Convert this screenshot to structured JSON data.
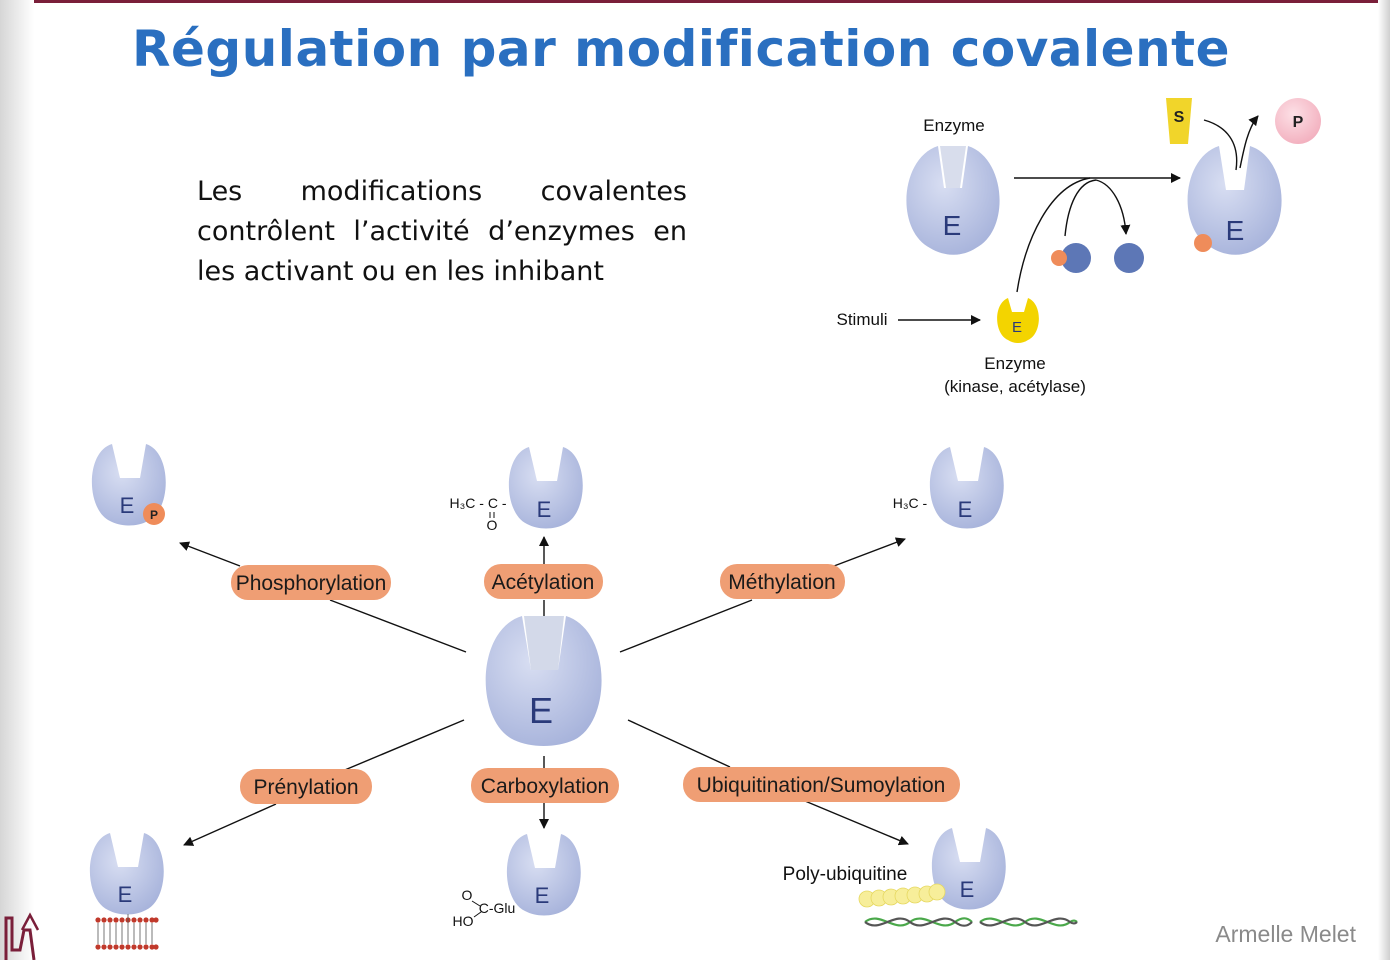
{
  "title": "Régulation par modification covalente",
  "intro_text": "Les modifications covalentes contrôlent l’activité d’enzymes en les activant ou en les inhibant",
  "author": "Armelle Melet",
  "schema": {
    "enzyme_label": "Enzyme",
    "enzyme_letter": "E",
    "substrate": "S",
    "product": "P",
    "stimuli": "Stimuli",
    "modifier_enzyme_label": "Enzyme",
    "modifier_enzyme_examples": "(kinase, acétylase)"
  },
  "modifications": [
    {
      "label": "Phosphorylation"
    },
    {
      "label": "Acétylation"
    },
    {
      "label": "Méthylation"
    },
    {
      "label": "Prénylation"
    },
    {
      "label": "Carboxylation"
    },
    {
      "label": "Ubiquitination/Sumoylation"
    }
  ],
  "groups": {
    "phospho": "P",
    "acetyl_left": "H₃C - C -",
    "acetyl_o": "O",
    "methyl": "H₃C -",
    "carboxyl_o": "O",
    "carboxyl_glu": "C-Glu",
    "carboxyl_ho": "HO",
    "poly_ubiquitine": "Poly-ubiquitine"
  },
  "colors": {
    "title": "#2a6fc0",
    "enzyme": "#b4bfe0",
    "pill": "#ef9e74",
    "modifier_enzyme": "#f3d400",
    "product": "#f6bfcb",
    "substrate": "#f1d52a",
    "phosphate": "#ef8c5a",
    "blue_dot": "#5d77b6"
  }
}
